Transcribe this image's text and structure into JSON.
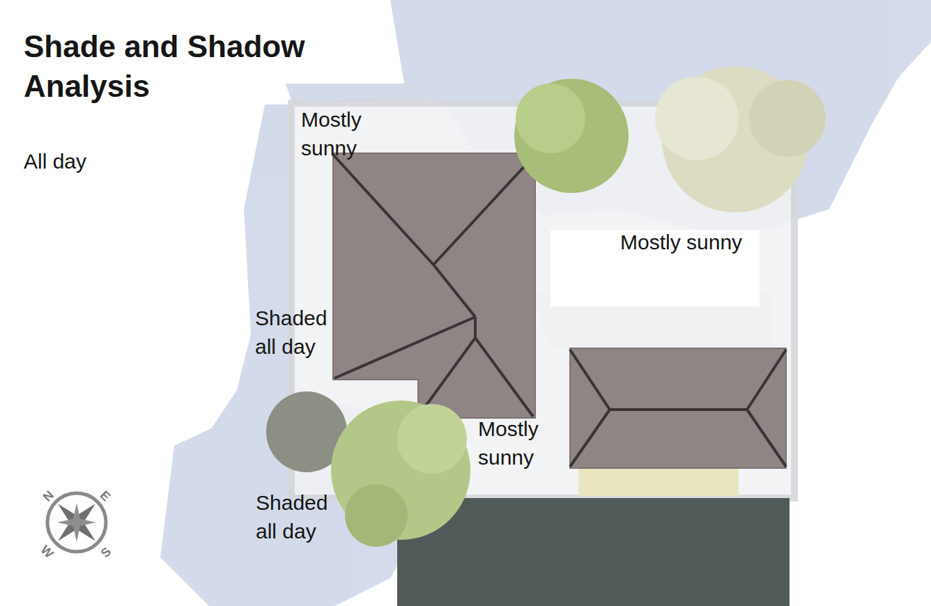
{
  "diagram": {
    "title": "Shade and Shadow Analysis",
    "labels": [
      "All day",
      "Mostly sunny",
      "Mostly sunny",
      "Shaded all day",
      "Mostly sunny",
      "Shaded all day",
      "N",
      "E",
      "S",
      "W"
    ]
  }
}
